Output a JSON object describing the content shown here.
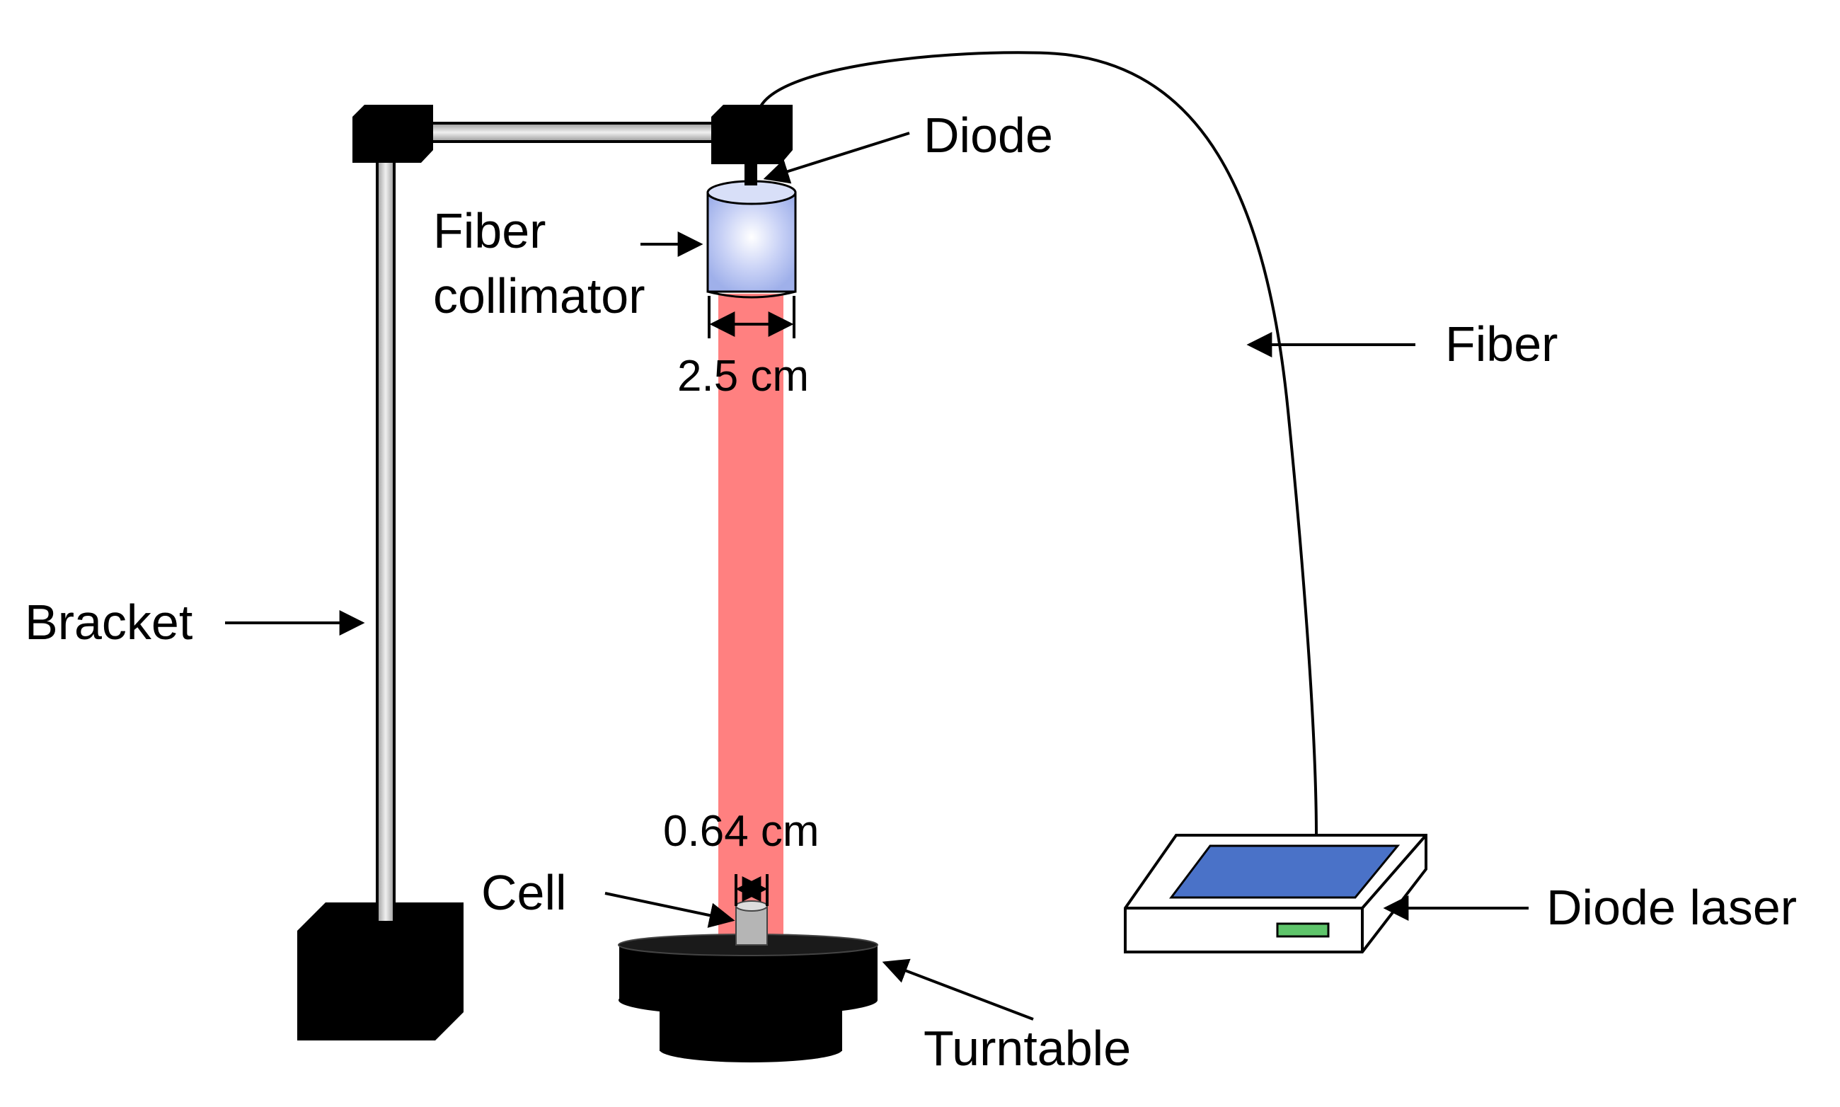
{
  "labels": {
    "diode": "Diode",
    "fiber_collimator_line1": "Fiber",
    "fiber_collimator_line2": "collimator",
    "beam_width": "2.5 cm",
    "fiber": "Fiber",
    "bracket": "Bracket",
    "cell_width": "0.64 cm",
    "cell": "Cell",
    "diode_laser": "Diode laser",
    "turntable": "Turntable"
  },
  "colors": {
    "beam": "#ff8080",
    "collimator": "#c4cdf4",
    "laser_screen": "#4a72c8",
    "laser_indicator": "#5ec46a",
    "bracket_block": "#000000"
  }
}
